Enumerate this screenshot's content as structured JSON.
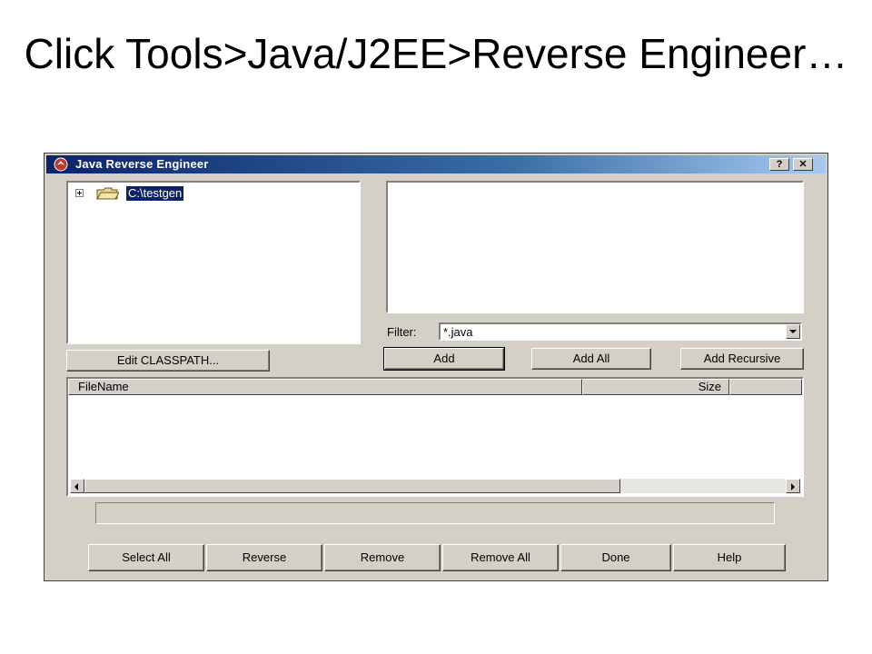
{
  "slide": {
    "title": "Click Tools>Java/J2EE>Reverse Engineer…"
  },
  "dialog": {
    "title": "Java Reverse Engineer",
    "help_button": "?",
    "close_button": "✕",
    "app_icon": "java-app-icon"
  },
  "tree": {
    "items": [
      {
        "label": "C:\\testgen",
        "icon": "folder-icon",
        "expanded": false,
        "selected": true
      }
    ]
  },
  "buttons": {
    "edit_classpath": "Edit CLASSPATH...",
    "add": "Add",
    "add_all": "Add All",
    "add_recursive": "Add Recursive"
  },
  "filter": {
    "label": "Filter:",
    "value": "*.java"
  },
  "file_table": {
    "columns": [
      "FileName",
      "Size"
    ],
    "rows": []
  },
  "bottom_buttons": {
    "select_all": "Select All",
    "reverse": "Reverse",
    "remove": "Remove",
    "remove_all": "Remove All",
    "done": "Done",
    "help": "Help"
  },
  "colors": {
    "titlebar_start": "#0a246a",
    "titlebar_end": "#a6caf0",
    "dialog_face": "#d4d0c8",
    "selection": "#0a246a"
  }
}
